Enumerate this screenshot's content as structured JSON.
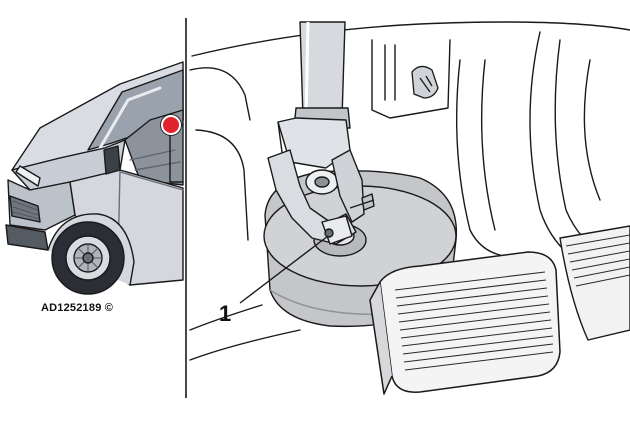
{
  "figure": {
    "reference_code": "AD1252189 ©",
    "callouts": [
      {
        "number": "1",
        "target": "steering-shaft-lower-joint"
      }
    ],
    "colors": {
      "body_fill": "#c9ced6",
      "body_light": "#dde1e7",
      "outline": "#1a1a1a",
      "highlight": "#e0242b",
      "shade": "#b8bcc2",
      "boot_fill": "#c4c6c9",
      "pedal_fill": "#f4f4f4"
    },
    "icons": [
      "location-marker-icon",
      "vehicle-thumbnail",
      "steering-column-assembly",
      "brake-pedal"
    ]
  }
}
